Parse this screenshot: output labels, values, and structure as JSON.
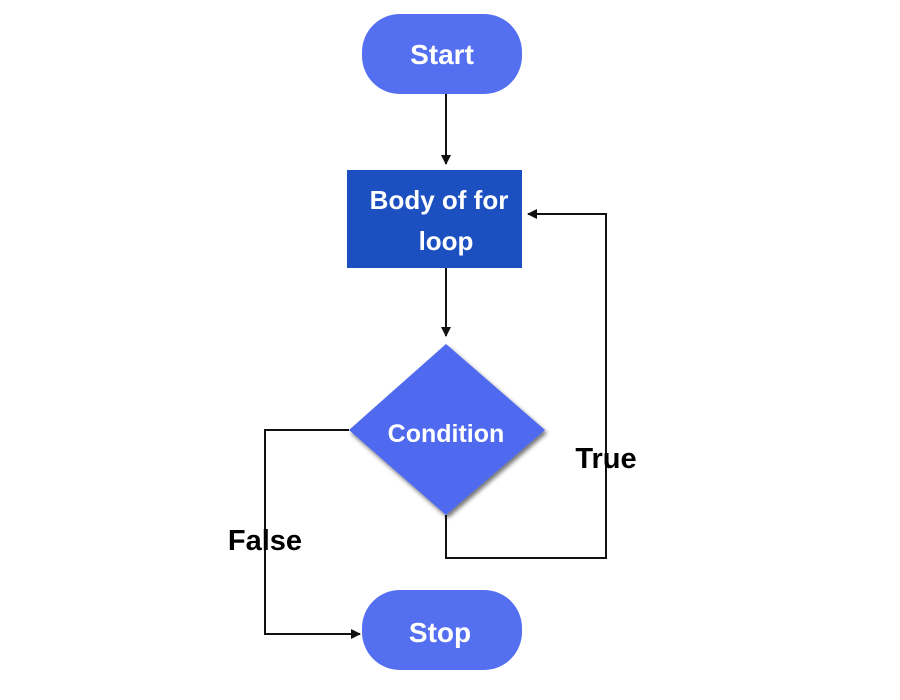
{
  "diagram": {
    "type": "flowchart",
    "nodes": {
      "start": {
        "label": "Start",
        "shape": "rounded-rectangle"
      },
      "body": {
        "line1": "Body of for",
        "line2": "loop",
        "shape": "rectangle"
      },
      "condition": {
        "label": "Condition",
        "shape": "diamond"
      },
      "stop": {
        "label": "Stop",
        "shape": "rounded-rectangle"
      }
    },
    "edges": [
      {
        "from": "start",
        "to": "body"
      },
      {
        "from": "body",
        "to": "condition"
      },
      {
        "from": "condition",
        "to": "body",
        "label": "True"
      },
      {
        "from": "condition",
        "to": "stop",
        "label": "False"
      }
    ],
    "labels": {
      "true": "True",
      "false": "False"
    }
  },
  "colors": {
    "terminal_fill": "#5470F0",
    "process_fill": "#1C4FBF",
    "decision_fill": "#4F6AEE",
    "line": "#111111",
    "background": "#FFFFFF"
  }
}
